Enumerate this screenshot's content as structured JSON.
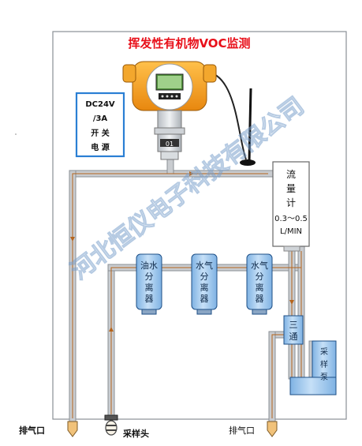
{
  "title": "挥发性有机物VOC监测",
  "power_box": {
    "lines": [
      "DC24V",
      "/3A",
      "开 关",
      "电 源"
    ]
  },
  "flowmeter": {
    "chars": [
      "流",
      "量",
      "计"
    ],
    "range": "0.3～0.5",
    "unit": "L/MIN"
  },
  "separators": [
    {
      "chars": [
        "油水",
        "分",
        "离",
        "器"
      ]
    },
    {
      "chars": [
        "水气",
        "分",
        "离",
        "器"
      ]
    },
    {
      "chars": [
        "水气",
        "分",
        "离",
        "器"
      ]
    }
  ],
  "tee": {
    "chars": [
      "三",
      "通"
    ]
  },
  "pump": {
    "chars": [
      "采",
      "样",
      "泵"
    ]
  },
  "exhaust_left": "排气口",
  "sampling_head": "采样头",
  "exhaust_right": "排气口",
  "device_badge": "01",
  "watermark": "河北恒仪电子科技有限公司",
  "colors": {
    "title": "#e8101a",
    "box_border": "#2a7fd4",
    "module": "#a9cdf0",
    "module_border": "#1e4f86",
    "pipe": "#c9ccd0",
    "flow": "#b5651d",
    "device_orange": "#f5a01e"
  }
}
